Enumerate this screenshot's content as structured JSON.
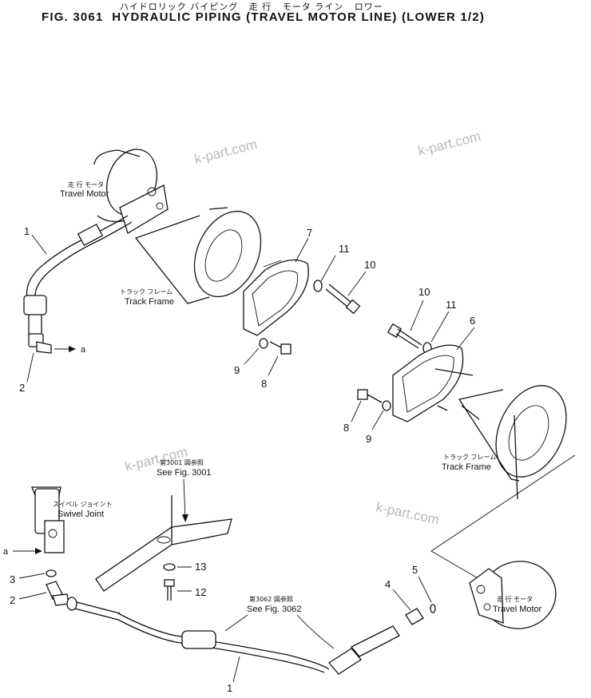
{
  "header": {
    "jp_title": "ハイドロリック バイピング   走 行   モータ ライン   ロワー",
    "title": "FIG. 3061  HYDRAULIC PIPING (TRAVEL MOTOR LINE) (LOWER 1/2)"
  },
  "watermark": "k-part.com",
  "labels": {
    "travel_motor_jp": "走 行 モータ",
    "travel_motor": "Travel Motor",
    "track_frame_jp": "トラック フレーム",
    "track_frame": "Track Frame",
    "swivel_joint_jp": "スイベル ジョイント",
    "swivel_joint": "Swivel Joint",
    "see_3001_jp": "第3001 図参照",
    "see_3001": "See Fig. 3001",
    "see_3062_jp": "第3062 図参照",
    "see_3062": "See Fig. 3062",
    "ref_a": "a"
  },
  "callouts": [
    "1",
    "2",
    "7",
    "11",
    "10",
    "9",
    "8",
    "10",
    "11",
    "6",
    "8",
    "9",
    "3",
    "2",
    "13",
    "12",
    "4",
    "5",
    "1"
  ]
}
